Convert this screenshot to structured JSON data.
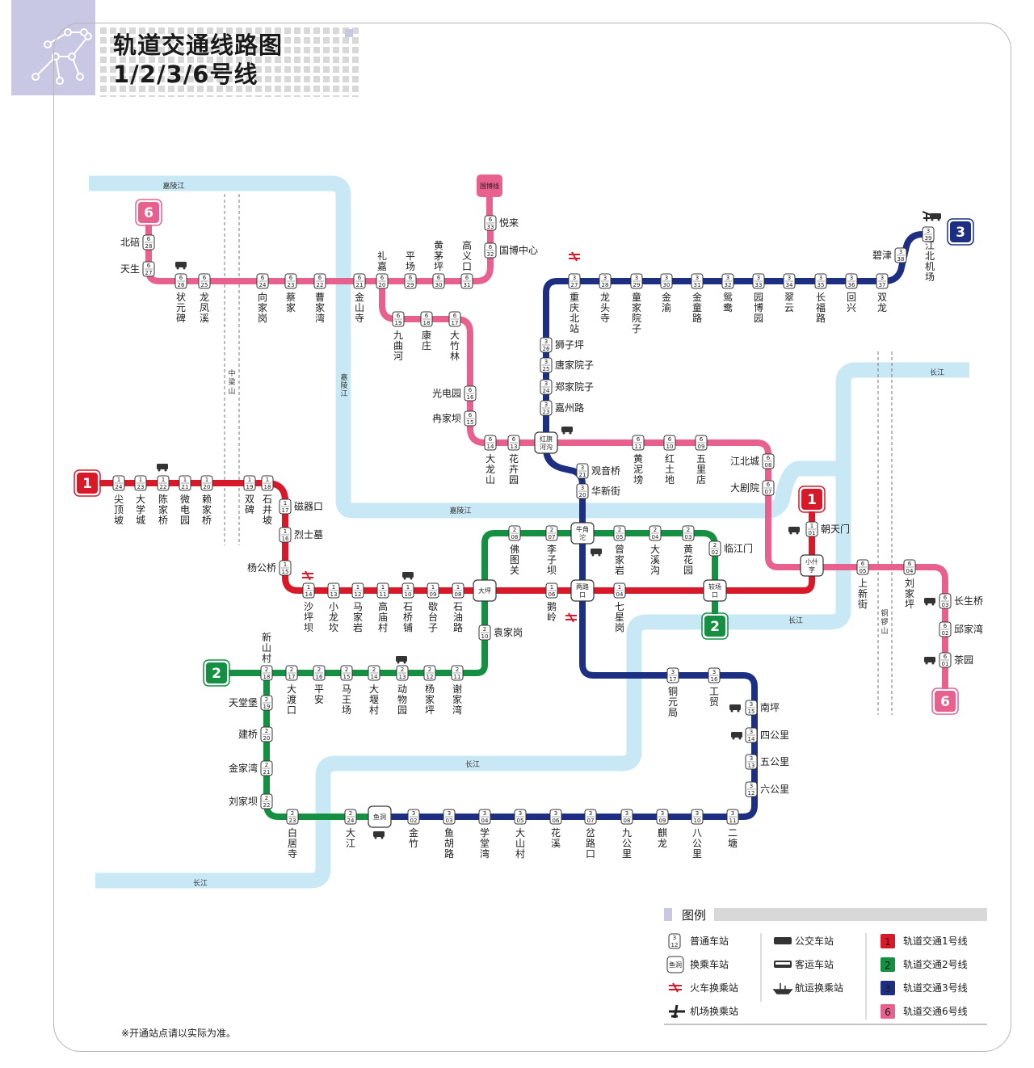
{
  "header": {
    "title_line1": "轨道交通线路图",
    "title_line2": "1/2/3/6号线"
  },
  "footnote": "※开通站点请以实际为准。",
  "colors": {
    "line1": "#d7192a",
    "line2": "#159043",
    "line3": "#1d2f82",
    "line6": "#e8608d",
    "river": "#c8e8f6"
  },
  "labels": {
    "rivers": [
      "嘉陵江",
      "嘉陵江",
      "嘉陵江",
      "长江",
      "长江",
      "长江",
      "长江"
    ],
    "mountains": [
      "中梁山",
      "铜锣山"
    ],
    "airport_text": [
      "江",
      "北",
      "机",
      "场"
    ],
    "terminal6_top": "国博线"
  },
  "legend": {
    "title": "图例",
    "items": [
      "普通车站",
      "换乘车站",
      "火车换乘站",
      "机场换乘站",
      "公交车站",
      "客运车站",
      "航运换乘站",
      "轨道交通1号线",
      "轨道交通2号线",
      "轨道交通3号线",
      "轨道交通6号线"
    ],
    "sample_code": "3\n12",
    "sample_transfer": "鱼洞"
  },
  "badges": [
    {
      "line": "1",
      "color": "#d7192a"
    },
    {
      "line": "1",
      "color": "#d7192a"
    },
    {
      "line": "2",
      "color": "#159043"
    },
    {
      "line": "2",
      "color": "#159043"
    },
    {
      "line": "3",
      "color": "#1d2f82"
    },
    {
      "line": "6",
      "color": "#e8608d"
    },
    {
      "line": "6",
      "color": "#e8608d"
    }
  ],
  "transfers": [
    "红旗河沟",
    "牛角沱",
    "两路口",
    "大坪",
    "较场口",
    "小什字",
    "鱼洞"
  ],
  "stations": [
    {
      "c": "6\n28",
      "n": "北碚"
    },
    {
      "c": "6\n27",
      "n": "天生"
    },
    {
      "c": "6\n26",
      "n": "状元碑"
    },
    {
      "c": "6\n25",
      "n": "龙凤溪"
    },
    {
      "c": "6\n24",
      "n": "向家岗"
    },
    {
      "c": "6\n23",
      "n": "蔡家"
    },
    {
      "c": "6\n22",
      "n": "曹家湾"
    },
    {
      "c": "6\n21",
      "n": "金山寺"
    },
    {
      "c": "6\n20",
      "n": "礼嘉"
    },
    {
      "c": "6\n29",
      "n": "平场"
    },
    {
      "c": "6\n30",
      "n": "黄茅坪"
    },
    {
      "c": "6\n31",
      "n": "高义口"
    },
    {
      "c": "6\n32",
      "n": "国博中心"
    },
    {
      "c": "6\n33",
      "n": "悦来"
    },
    {
      "c": "6\n19",
      "n": "九曲河"
    },
    {
      "c": "6\n18",
      "n": "康庄"
    },
    {
      "c": "6\n17",
      "n": "大竹林"
    },
    {
      "c": "6\n16",
      "n": "光电园"
    },
    {
      "c": "6\n15",
      "n": "冉家坝"
    },
    {
      "c": "6\n14",
      "n": "大龙山"
    },
    {
      "c": "6\n13",
      "n": "花卉园"
    },
    {
      "c": "6\n11",
      "n": "黄泥塝"
    },
    {
      "c": "6\n10",
      "n": "红土地"
    },
    {
      "c": "6\n09",
      "n": "五里店"
    },
    {
      "c": "6\n08",
      "n": "江北城"
    },
    {
      "c": "6\n07",
      "n": "大剧院"
    },
    {
      "c": "6\n05",
      "n": "上新街"
    },
    {
      "c": "6\n04",
      "n": "刘家坪"
    },
    {
      "c": "6\n03",
      "n": "长生桥"
    },
    {
      "c": "6\n02",
      "n": "邱家湾"
    },
    {
      "c": "6\n01",
      "n": "茶园"
    },
    {
      "c": "3\n27",
      "n": "重庆北站"
    },
    {
      "c": "3\n28",
      "n": "龙头寺"
    },
    {
      "c": "3\n29",
      "n": "童家院子"
    },
    {
      "c": "3\n30",
      "n": "金渝"
    },
    {
      "c": "3\n31",
      "n": "金童路"
    },
    {
      "c": "3\n32",
      "n": "鸳鸯"
    },
    {
      "c": "3\n33",
      "n": "园博园"
    },
    {
      "c": "3\n34",
      "n": "翠云"
    },
    {
      "c": "3\n35",
      "n": "长福路"
    },
    {
      "c": "3\n36",
      "n": "回兴"
    },
    {
      "c": "3\n37",
      "n": "双龙"
    },
    {
      "c": "3\n38",
      "n": "碧津"
    },
    {
      "c": "3\n39",
      "n": ""
    },
    {
      "c": "3\n26",
      "n": "狮子坪"
    },
    {
      "c": "3\n25",
      "n": "唐家院子"
    },
    {
      "c": "3\n24",
      "n": "郑家院子"
    },
    {
      "c": "3\n23",
      "n": "嘉州路"
    },
    {
      "c": "3\n21",
      "n": "观音桥"
    },
    {
      "c": "3\n20",
      "n": "华新街"
    },
    {
      "c": "3\n17",
      "n": "铜元局"
    },
    {
      "c": "3\n16",
      "n": "工贸"
    },
    {
      "c": "3\n15",
      "n": "南坪"
    },
    {
      "c": "3\n14",
      "n": "四公里"
    },
    {
      "c": "3\n13",
      "n": "五公里"
    },
    {
      "c": "3\n12",
      "n": "六公里"
    },
    {
      "c": "3\n11",
      "n": "二塘"
    },
    {
      "c": "3\n10",
      "n": "八公里"
    },
    {
      "c": "3\n09",
      "n": "麒龙"
    },
    {
      "c": "3\n08",
      "n": "九公里"
    },
    {
      "c": "3\n07",
      "n": "岔路口"
    },
    {
      "c": "3\n06",
      "n": "花溪"
    },
    {
      "c": "3\n05",
      "n": "大山村"
    },
    {
      "c": "3\n04",
      "n": "学堂湾"
    },
    {
      "c": "3\n03",
      "n": "鱼胡路"
    },
    {
      "c": "3\n02",
      "n": "金竹"
    },
    {
      "c": "1\n24",
      "n": "尖顶坡"
    },
    {
      "c": "1\n23",
      "n": "大学城"
    },
    {
      "c": "1\n22",
      "n": "陈家桥"
    },
    {
      "c": "1\n21",
      "n": "微电园"
    },
    {
      "c": "1\n20",
      "n": "赖家桥"
    },
    {
      "c": "1\n19",
      "n": "双碑"
    },
    {
      "c": "1\n18",
      "n": "石井坡"
    },
    {
      "c": "1\n17",
      "n": "磁器口"
    },
    {
      "c": "1\n16",
      "n": "烈士墓"
    },
    {
      "c": "1\n15",
      "n": "杨公桥"
    },
    {
      "c": "1\n14",
      "n": "沙坪坝"
    },
    {
      "c": "1\n13",
      "n": "小龙坎"
    },
    {
      "c": "1\n12",
      "n": "马家岩"
    },
    {
      "c": "1\n11",
      "n": "高庙村"
    },
    {
      "c": "1\n10",
      "n": "石桥铺"
    },
    {
      "c": "1\n09",
      "n": "歇台子"
    },
    {
      "c": "1\n08",
      "n": "石油路"
    },
    {
      "c": "1\n06",
      "n": "鹅岭"
    },
    {
      "c": "1\n04",
      "n": "七星岗"
    },
    {
      "c": "1\n01",
      "n": "朝天门"
    },
    {
      "c": "2\n08",
      "n": "佛图关"
    },
    {
      "c": "2\n07",
      "n": "李子坝"
    },
    {
      "c": "2\n05",
      "n": "曾家岩"
    },
    {
      "c": "2\n04",
      "n": "大溪沟"
    },
    {
      "c": "2\n03",
      "n": "黄花园"
    },
    {
      "c": "2\n02",
      "n": "临江门"
    },
    {
      "c": "2\n10",
      "n": "袁家岗"
    },
    {
      "c": "2\n11",
      "n": "谢家湾"
    },
    {
      "c": "2\n12",
      "n": "杨家坪"
    },
    {
      "c": "2\n13",
      "n": "动物园"
    },
    {
      "c": "2\n14",
      "n": "大堰村"
    },
    {
      "c": "2\n15",
      "n": "马王场"
    },
    {
      "c": "2\n16",
      "n": "平安"
    },
    {
      "c": "2\n17",
      "n": "大渡口"
    },
    {
      "c": "2\n18",
      "n": "新山村"
    },
    {
      "c": "2\n19",
      "n": "天堂堡"
    },
    {
      "c": "2\n20",
      "n": "建桥"
    },
    {
      "c": "2\n21",
      "n": "金家湾"
    },
    {
      "c": "2\n22",
      "n": "刘家坝"
    },
    {
      "c": "2\n23",
      "n": "白居寺"
    },
    {
      "c": "2\n24",
      "n": "大江"
    }
  ]
}
